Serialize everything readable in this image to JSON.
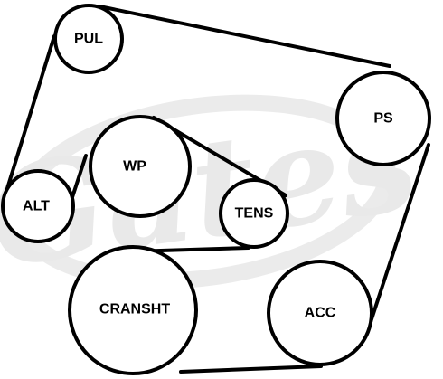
{
  "diagram": {
    "watermark_text": "Gates",
    "watermark_color": "#e9e9e9",
    "pulleys": [
      {
        "id": "pul",
        "label": "PUL"
      },
      {
        "id": "ps",
        "label": "PS"
      },
      {
        "id": "wp",
        "label": "WP"
      },
      {
        "id": "alt",
        "label": "ALT"
      },
      {
        "id": "tens",
        "label": "TENS"
      },
      {
        "id": "cransht",
        "label": "CRANSHT"
      },
      {
        "id": "acc",
        "label": "ACC"
      }
    ]
  }
}
